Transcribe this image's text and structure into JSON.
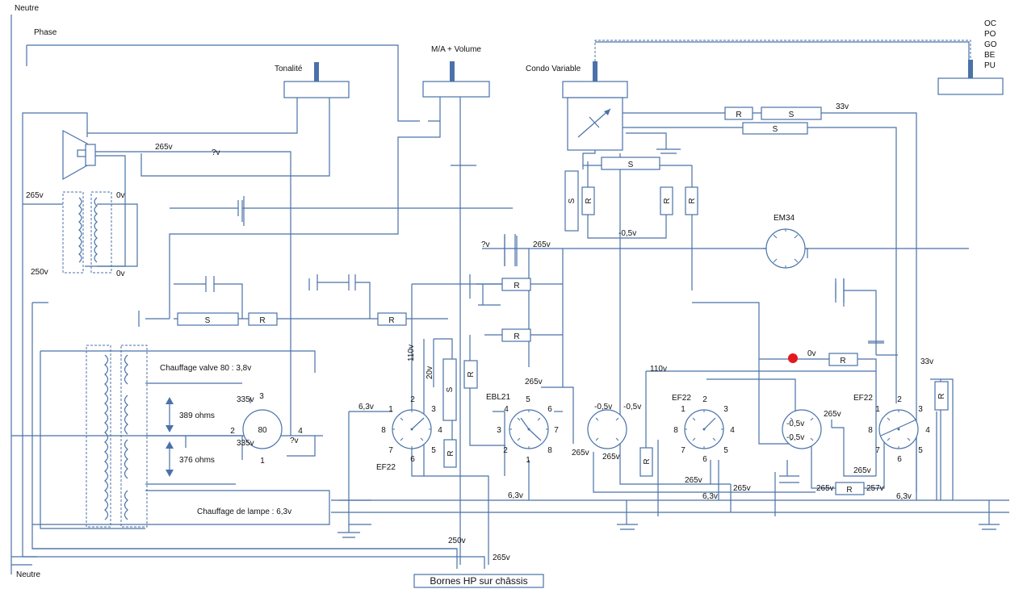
{
  "colors": {
    "wire": "#4a72a8",
    "marker": "#e3191e",
    "text": "#111111",
    "background": "#ffffff"
  },
  "mains": {
    "neutre_top": "Neutre",
    "phase": "Phase",
    "neutre_bottom": "Neutre"
  },
  "controls": {
    "tonalite": "Tonalité",
    "volume": "M/A + Volume",
    "condo": "Condo Variable",
    "bands": [
      "OC",
      "PO",
      "GO",
      "BE",
      "PU"
    ]
  },
  "components": {
    "resistor": "R",
    "shunt": "S",
    "rect_tube": "80",
    "magic_eye": "EM34",
    "ef22_a": "EF22",
    "ebl21": "EBL21",
    "ef22_b": "EF22",
    "ef22_c": "EF22",
    "bornes": "Bornes HP sur châssis"
  },
  "transformer": {
    "heater_valve": "Chauffage valve 80 : 3,8v",
    "ohms_389": "389 ohms",
    "ohms_376": "376 ohms",
    "heater_lamp": "Chauffage de lampe : 6,3v"
  },
  "pins": {
    "p1": "1",
    "p2": "2",
    "p3": "3",
    "p4": "4",
    "p5": "5",
    "p6": "6",
    "p7": "7",
    "p8": "8"
  },
  "voltages": {
    "v265": "265v",
    "v250": "250v",
    "v0": "0v",
    "vq": "?v",
    "v33": "33v",
    "vm05": "-0,5v",
    "v335": "335v",
    "v63": "6,3v",
    "v110": "110v",
    "v20": "20v",
    "v257": "257v"
  }
}
